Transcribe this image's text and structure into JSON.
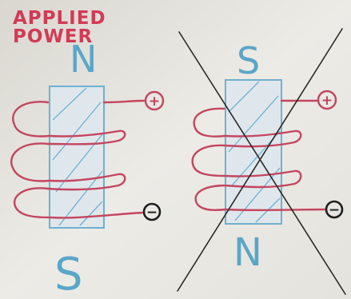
{
  "caption": {
    "line1": "APPLIED",
    "line2": "POWER"
  },
  "left_magnet": {
    "top_pole": "N",
    "bottom_pole": "S",
    "plus_terminal": "+",
    "minus_terminal": "−",
    "crossed_out": false
  },
  "right_magnet": {
    "top_pole": "S",
    "bottom_pole": "N",
    "plus_terminal": "+",
    "minus_terminal": "−",
    "crossed_out": true
  },
  "colors": {
    "paper": "#e6e5df",
    "caption_red": "#d23a55",
    "pole_blue": "#5aa6c8",
    "core_blue": "#6fb0cf",
    "coil_red": "#c4455f",
    "terminal_black": "#1e1e1e",
    "cross_black": "#2a2a2a"
  }
}
